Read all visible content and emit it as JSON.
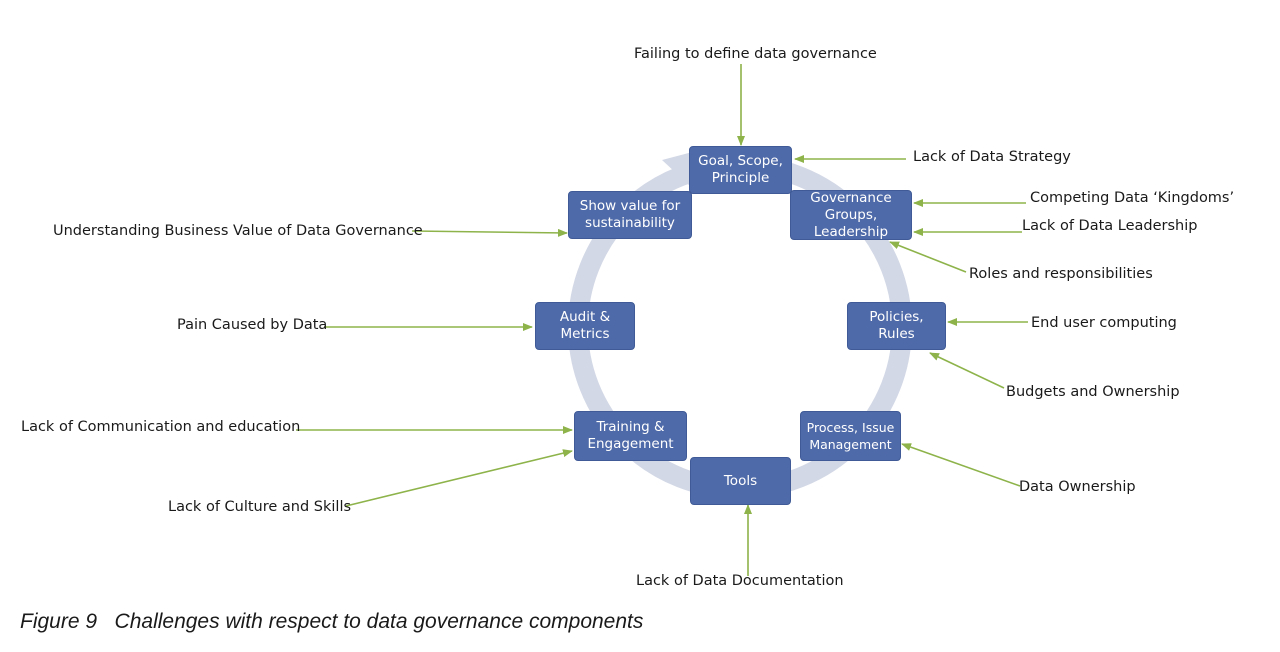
{
  "components": [
    "Goal, Scope,\nPrinciple",
    "Governance\nGroups,\nLeadership",
    "Policies,\nRules",
    "Process,  Issue\nManagement",
    "Tools",
    "Training &\nEngagement",
    "Audit &\nMetrics",
    "Show value for\nsustainability"
  ],
  "challenges": {
    "failing_define": "Failing to define data governance",
    "lack_strategy": "Lack of Data Strategy",
    "competing_kingdoms": "Competing  Data ‘Kingdoms’",
    "lack_leadership": "Lack of Data Leadership",
    "roles": "Roles and responsibilities",
    "end_user": "End user computing",
    "budgets": "Budgets and Ownership",
    "data_ownership": "Data Ownership",
    "lack_documentation": "Lack of Data Documentation",
    "lack_culture": "Lack of Culture and Skills",
    "lack_communication": "Lack of Communication  and education",
    "pain": "Pain Caused by Data",
    "understanding_value": "Understanding Business Value of Data Governance"
  },
  "caption": "Figure 9   Challenges with respect to data governance components",
  "colors": {
    "box_fill": "#4f6aa8",
    "box_text": "#ffffff",
    "arrow": "#8db34a",
    "cycle": "#d3d8e6"
  }
}
